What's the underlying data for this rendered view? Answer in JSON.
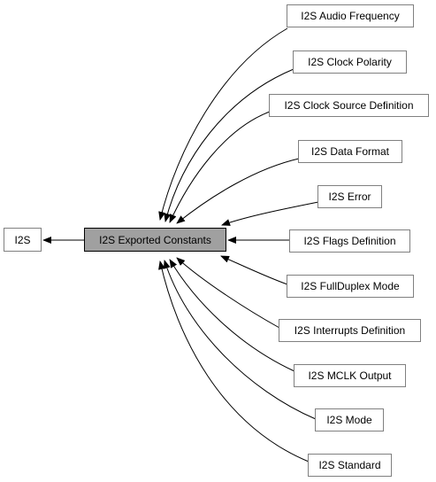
{
  "parent": {
    "label": "I2S"
  },
  "center": {
    "label": "I2S Exported Constants"
  },
  "children": [
    {
      "label": "I2S Audio Frequency"
    },
    {
      "label": "I2S Clock Polarity"
    },
    {
      "label": "I2S Clock Source Definition"
    },
    {
      "label": "I2S Data Format"
    },
    {
      "label": "I2S Error"
    },
    {
      "label": "I2S Flags Definition"
    },
    {
      "label": "I2S FullDuplex Mode"
    },
    {
      "label": "I2S Interrupts Definition"
    },
    {
      "label": "I2S MCLK Output"
    },
    {
      "label": "I2S Mode"
    },
    {
      "label": "I2S Standard"
    }
  ]
}
